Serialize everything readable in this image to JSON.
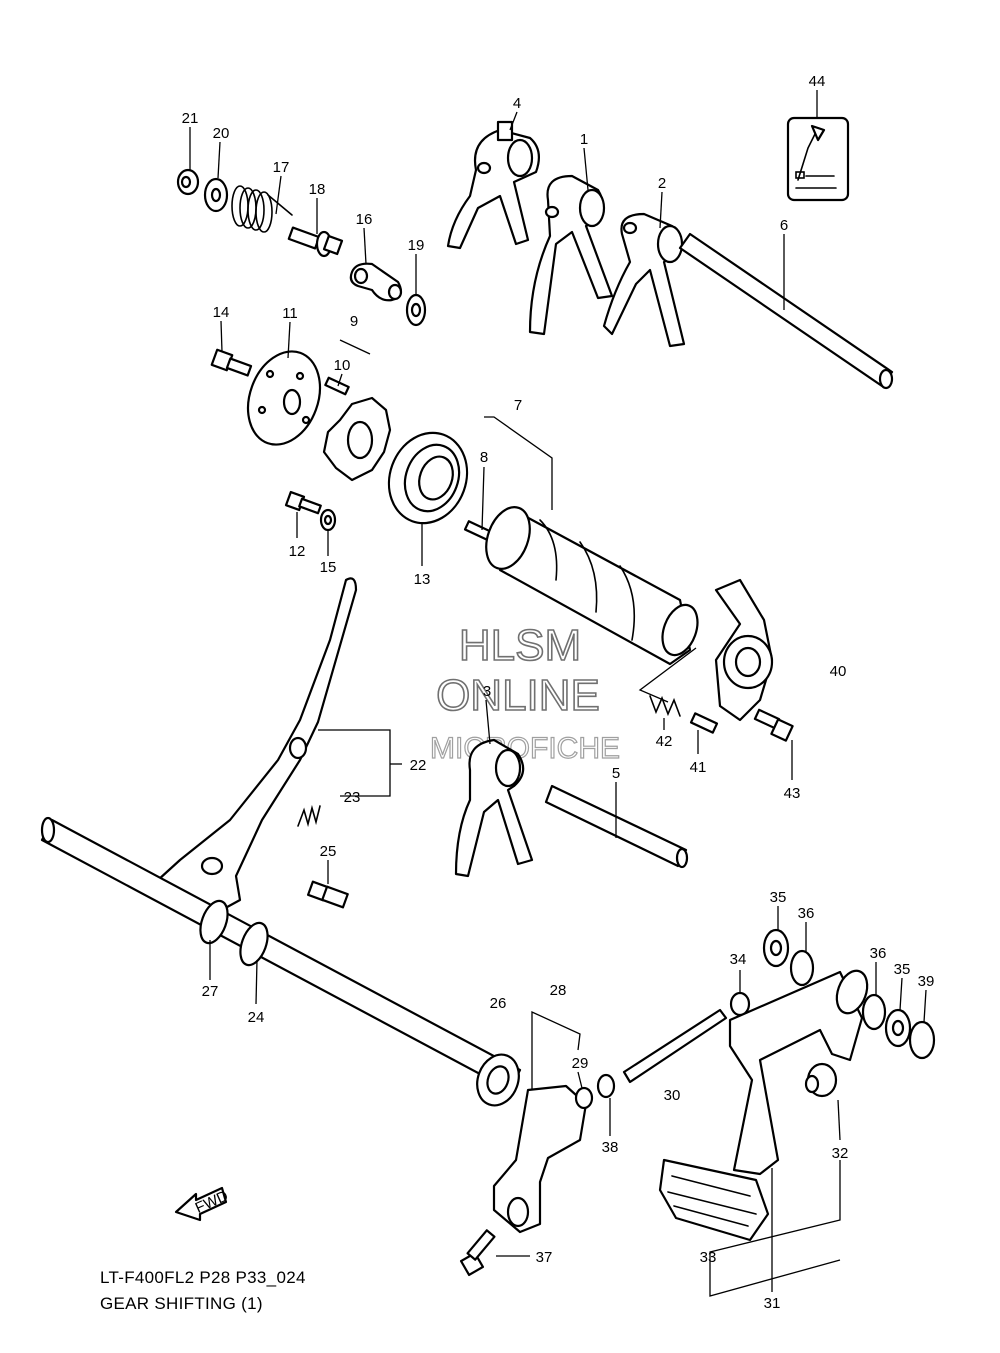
{
  "callouts": [
    "1",
    "2",
    "3",
    "4",
    "5",
    "6",
    "7",
    "8",
    "9",
    "10",
    "11",
    "12",
    "13",
    "14",
    "15",
    "16",
    "17",
    "18",
    "19",
    "20",
    "21",
    "22",
    "23",
    "24",
    "25",
    "26",
    "27",
    "28",
    "29",
    "30",
    "31",
    "32",
    "33",
    "34",
    "35",
    "35",
    "36",
    "36",
    "37",
    "38",
    "39",
    "40",
    "41",
    "42",
    "43",
    "44"
  ],
  "watermark": {
    "line1": "HLSM",
    "line2": "ONLINE",
    "line3": "MICROFICHE"
  },
  "direction_label": "FWD",
  "diagram_code": "LT-F400FL2 P28 P33_024",
  "diagram_title": "GEAR SHIFTING (1)"
}
